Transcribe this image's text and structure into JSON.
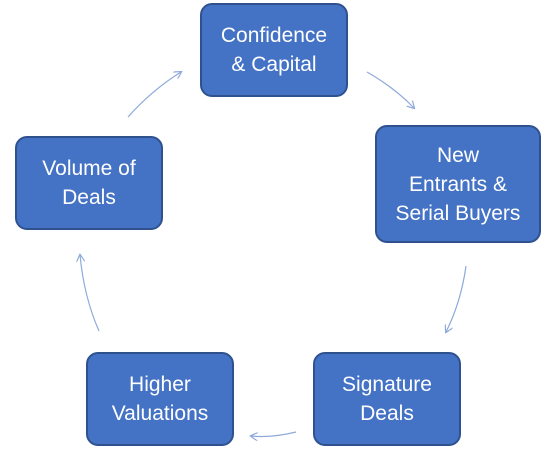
{
  "diagram": {
    "type": "cycle",
    "colors": {
      "node_fill": "#4472c4",
      "node_border": "#2f528f",
      "node_text": "#ffffff",
      "arrow": "#8eaadb"
    },
    "nodes": [
      {
        "id": "confidence",
        "label": "Confidence\n& Capital"
      },
      {
        "id": "new-entrants",
        "label": "New\nEntrants &\nSerial Buyers"
      },
      {
        "id": "signature",
        "label": "Signature\nDeals"
      },
      {
        "id": "higher",
        "label": "Higher\nValuations"
      },
      {
        "id": "volume",
        "label": "Volume of\nDeals"
      }
    ],
    "edges": [
      {
        "from": "confidence",
        "to": "new-entrants"
      },
      {
        "from": "new-entrants",
        "to": "signature"
      },
      {
        "from": "signature",
        "to": "higher"
      },
      {
        "from": "higher",
        "to": "volume"
      },
      {
        "from": "volume",
        "to": "confidence"
      }
    ]
  }
}
